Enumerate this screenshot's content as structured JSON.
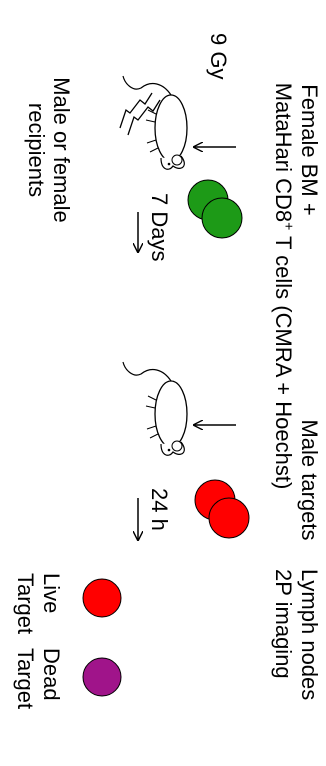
{
  "labels": {
    "bm_title": "Female BM +",
    "mh_prefix": "MataHari CD8",
    "mh_sup": "+",
    "mh_suffix": " T cells (CMRA + Hoechst)",
    "dose": "9 Gy",
    "recipients_line1": "Male or female",
    "recipients_line2": "recipients",
    "days": "7 Days",
    "male_targets": "Male targets",
    "hours": "24 h",
    "lymph_line1": "Lymph nodes",
    "lymph_line2": "2P imaging",
    "live_line1": "Live",
    "live_line2": "Target",
    "dead_line1": "Dead",
    "dead_line2": "Target"
  },
  "icons": [
    "irradiation-bolt-icon",
    "mouse-icon"
  ],
  "colors": {
    "tcell_fill": "#1d9a17",
    "target_fill": "#ff0000",
    "dead_fill": "#a0148a",
    "stroke": "#000000"
  }
}
